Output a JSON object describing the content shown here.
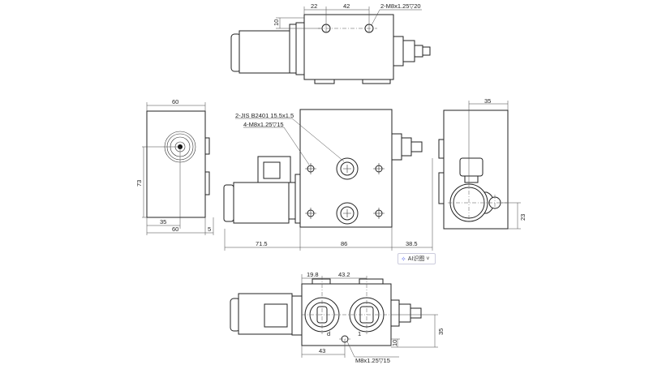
{
  "top_view": {
    "dim_a": "22",
    "dim_b": "42",
    "dim_offset": "10",
    "hole_callout": "2-M8x1.25▽20"
  },
  "front_view": {
    "port_callout": "2-JIS B2401 15.5x1.5",
    "hole_callout": "4-M8x1.25▽15",
    "dim_left": "71.5",
    "dim_body": "86",
    "dim_right": "38.5"
  },
  "left_view": {
    "width_top": "60",
    "height": "73",
    "center_offset": "35",
    "width_bottom": "60",
    "tab": "5"
  },
  "right_view": {
    "center_offset": "35",
    "height_offset": "23"
  },
  "bottom_view": {
    "dim_a": "19.8",
    "dim_b": "43.2",
    "dim_c": "43",
    "dim_height": "35",
    "dim_offset": "10",
    "hole_callout": "M8x1.25▽15",
    "port_p": "d",
    "port_t": "1"
  },
  "ai_button": {
    "label": "AI识图",
    "icon": "sparkle-icon",
    "chevron": "˅"
  }
}
